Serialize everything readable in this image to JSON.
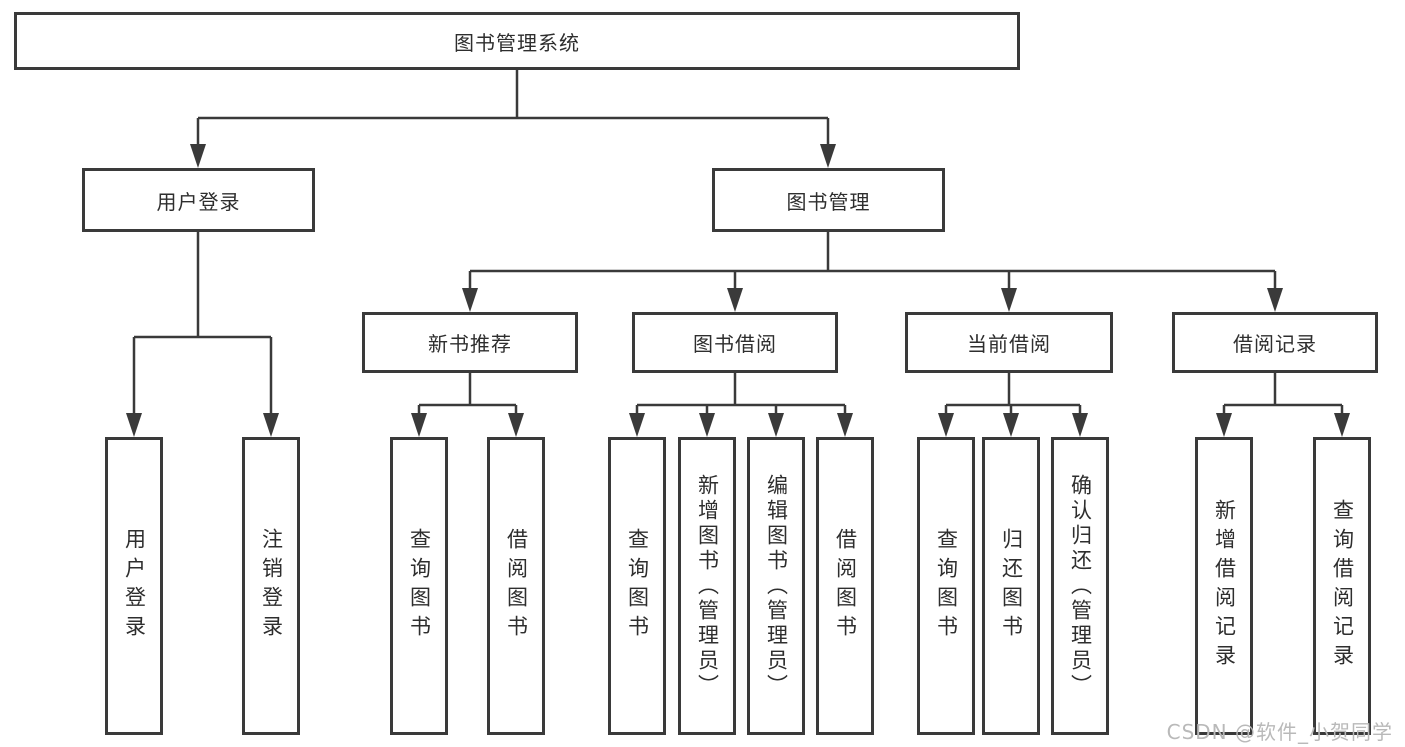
{
  "colors": {
    "line": "#3a3a3a",
    "box_border": "#3a3a3a",
    "text": "#2e2e2e",
    "background": "#ffffff",
    "watermark": "#b9b9b9"
  },
  "watermark": {
    "text": "CSDN @软件_小贺同学"
  },
  "tree": {
    "root": {
      "label": "图书管理系统"
    },
    "level2": [
      {
        "label": "用户登录",
        "children": [
          {
            "label": "用户登录"
          },
          {
            "label": "注销登录"
          }
        ]
      },
      {
        "label": "图书管理",
        "children": [
          {
            "label": "新书推荐",
            "children": [
              {
                "label": "查询图书"
              },
              {
                "label": "借阅图书"
              }
            ]
          },
          {
            "label": "图书借阅",
            "children": [
              {
                "label": "查询图书"
              },
              {
                "label": "新增图书（管理员）"
              },
              {
                "label": "编辑图书（管理员）"
              },
              {
                "label": "借阅图书"
              }
            ]
          },
          {
            "label": "当前借阅",
            "children": [
              {
                "label": "查询图书"
              },
              {
                "label": "归还图书"
              },
              {
                "label": "确认归还（管理员）"
              }
            ]
          },
          {
            "label": "借阅记录",
            "children": [
              {
                "label": "新增借阅记录"
              },
              {
                "label": "查询借阅记录"
              }
            ]
          }
        ]
      }
    ]
  }
}
